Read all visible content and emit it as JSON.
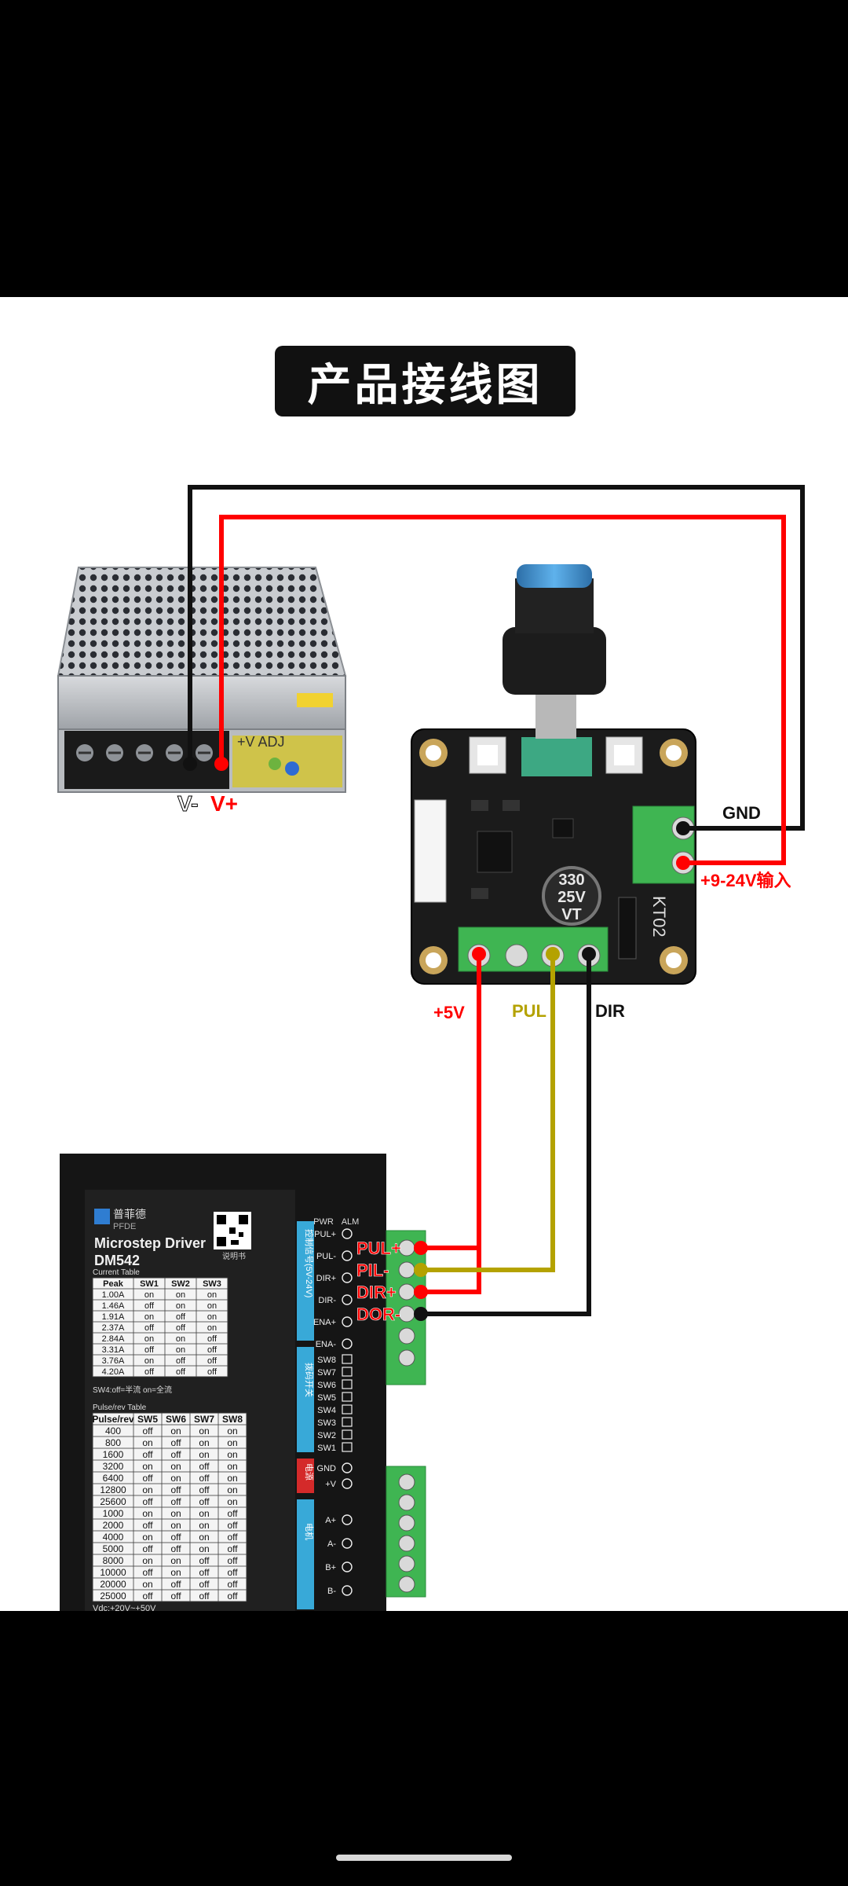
{
  "title": "产品接线图",
  "colors": {
    "wire_red": "#ff0000",
    "wire_black": "#111111",
    "wire_olive": "#b4a200",
    "terminal_green": "#3fb552",
    "driver_body": "#151515",
    "board_body": "#1b1b1b",
    "accent_blue": "#38a9d8"
  },
  "power_supply": {
    "labels": {
      "neg": "V-",
      "pos": "V+",
      "adj": "+V ADJ"
    }
  },
  "controller": {
    "labels": {
      "gnd": "GND",
      "vin": "+9-24V输入",
      "p5v": "+5V",
      "pul": "PUL",
      "dir": "DIR",
      "model": "KT02",
      "cap": [
        "330",
        "25V",
        "VT"
      ]
    }
  },
  "driver": {
    "brand_cn": "普菲德",
    "brand_en": "PFDE",
    "title": "Microstep Driver",
    "model": "DM542",
    "qr_caption": "说明书",
    "pwr": "PWR",
    "alm": "ALM",
    "signal_terminals": [
      "PUL+",
      "PUL-",
      "DIR+",
      "DIR-",
      "ENA+",
      "ENA-"
    ],
    "switch_labels": [
      "SW8",
      "SW7",
      "SW6",
      "SW5",
      "SW4",
      "SW3",
      "SW2",
      "SW1"
    ],
    "power_terminals": [
      "GND",
      "+V"
    ],
    "motor_terminals": [
      "A+",
      "A-",
      "B+",
      "B-"
    ],
    "side_signal": "控制信号(5V-24V)",
    "side_switch": "拨码开关",
    "side_power": "电源",
    "side_motor": "电机",
    "current_table": {
      "caption": "Current Table",
      "headers": [
        "Peak",
        "SW1",
        "SW2",
        "SW3"
      ],
      "rows": [
        [
          "1.00A",
          "on",
          "on",
          "on"
        ],
        [
          "1.46A",
          "off",
          "on",
          "on"
        ],
        [
          "1.91A",
          "on",
          "off",
          "on"
        ],
        [
          "2.37A",
          "off",
          "off",
          "on"
        ],
        [
          "2.84A",
          "on",
          "on",
          "off"
        ],
        [
          "3.31A",
          "off",
          "on",
          "off"
        ],
        [
          "3.76A",
          "on",
          "off",
          "off"
        ],
        [
          "4.20A",
          "off",
          "off",
          "off"
        ]
      ]
    },
    "sw4_note": "SW4:off=半流 on=全流",
    "pulse_table": {
      "caption": "Pulse/rev Table",
      "headers": [
        "Pulse/rev",
        "SW5",
        "SW6",
        "SW7",
        "SW8"
      ],
      "rows": [
        [
          "400",
          "off",
          "on",
          "on",
          "on"
        ],
        [
          "800",
          "on",
          "off",
          "on",
          "on"
        ],
        [
          "1600",
          "off",
          "off",
          "on",
          "on"
        ],
        [
          "3200",
          "on",
          "on",
          "off",
          "on"
        ],
        [
          "6400",
          "off",
          "on",
          "off",
          "on"
        ],
        [
          "12800",
          "on",
          "off",
          "off",
          "on"
        ],
        [
          "25600",
          "off",
          "off",
          "off",
          "on"
        ],
        [
          "1000",
          "on",
          "on",
          "on",
          "off"
        ],
        [
          "2000",
          "off",
          "on",
          "on",
          "off"
        ],
        [
          "4000",
          "on",
          "off",
          "on",
          "off"
        ],
        [
          "5000",
          "off",
          "off",
          "on",
          "off"
        ],
        [
          "8000",
          "on",
          "on",
          "off",
          "off"
        ],
        [
          "10000",
          "off",
          "on",
          "off",
          "off"
        ],
        [
          "20000",
          "on",
          "off",
          "off",
          "off"
        ],
        [
          "25000",
          "off",
          "off",
          "off",
          "off"
        ]
      ]
    },
    "vdc": "Vdc:+20V~+50V"
  },
  "connection_labels": [
    "PUL+",
    "PIL-",
    "DIR+",
    "DOR-"
  ]
}
